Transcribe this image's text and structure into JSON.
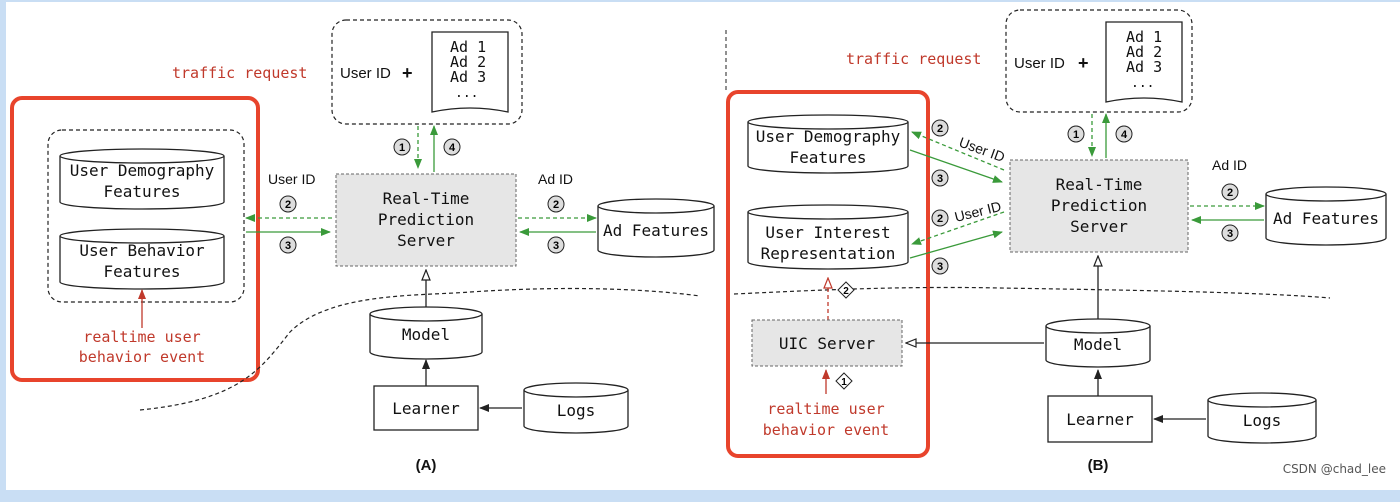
{
  "diagram_a": {
    "caption": "(A)",
    "traffic_request": "traffic request",
    "user_id_label": "User ID",
    "plus": "+",
    "ads": [
      "Ad 1",
      "Ad 2",
      "Ad 3",
      "..."
    ],
    "user_demography": [
      "User Demography",
      "Features"
    ],
    "user_behavior": [
      "User Behavior",
      "Features"
    ],
    "rtp_server": [
      "Real-Time",
      "Prediction",
      "Server"
    ],
    "ad_features": "Ad Features",
    "model": "Model",
    "learner": "Learner",
    "logs": "Logs",
    "edge_user_id": "User ID",
    "edge_ad_id": "Ad ID",
    "realtime_event": [
      "realtime user",
      "behavior event"
    ],
    "steps": [
      "1",
      "2",
      "3",
      "4"
    ]
  },
  "diagram_b": {
    "caption": "(B)",
    "traffic_request": "traffic request",
    "user_id_label": "User ID",
    "plus": "+",
    "ads": [
      "Ad 1",
      "Ad 2",
      "Ad 3",
      "..."
    ],
    "user_demography": [
      "User Demography",
      "Features"
    ],
    "user_interest": [
      "User Interest",
      "Representation"
    ],
    "uic_server": "UIC Server",
    "rtp_server": [
      "Real-Time",
      "Prediction",
      "Server"
    ],
    "ad_features": "Ad Features",
    "model": "Model",
    "learner": "Learner",
    "logs": "Logs",
    "edge_user_id_1": "User ID",
    "edge_user_id_2": "User ID",
    "edge_ad_id": "Ad ID",
    "realtime_event": [
      "realtime user",
      "behavior event"
    ],
    "steps": [
      "1",
      "2",
      "3",
      "4"
    ],
    "diamond_steps": [
      "1",
      "2"
    ]
  },
  "watermark": "CSDN @chad_lee",
  "colors": {
    "red": "#d6402b",
    "green": "#3a9a3a",
    "gray_box": "#e6e6e6",
    "dark": "#222222"
  }
}
